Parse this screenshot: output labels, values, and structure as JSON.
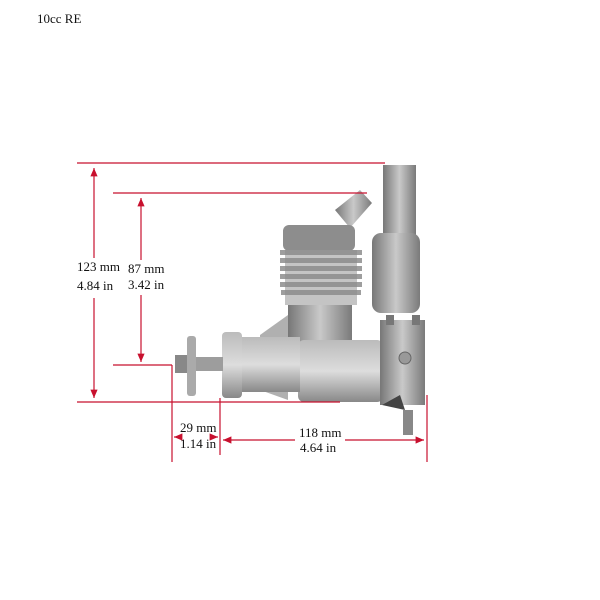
{
  "title": "10cc RE",
  "dimensions": {
    "overall_height": {
      "mm": "123 mm",
      "in": "4.84 in"
    },
    "shaft_to_top": {
      "mm": "87 mm",
      "in": "3.42 in"
    },
    "shaft_length": {
      "mm": "29 mm",
      "in": "1.14 in"
    },
    "body_length": {
      "mm": "118 mm",
      "in": "4.64 in"
    }
  },
  "colors": {
    "dimension_line": "#c8102e",
    "engine": "#9a9a9a"
  }
}
